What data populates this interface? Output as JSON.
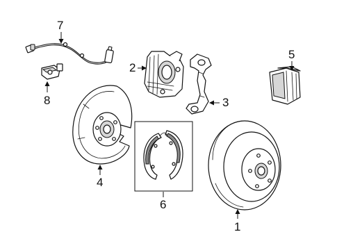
{
  "callouts": [
    {
      "id": "1",
      "label": "1"
    },
    {
      "id": "2",
      "label": "2"
    },
    {
      "id": "3",
      "label": "3"
    },
    {
      "id": "4",
      "label": "4"
    },
    {
      "id": "5",
      "label": "5"
    },
    {
      "id": "6",
      "label": "6"
    },
    {
      "id": "7",
      "label": "7"
    },
    {
      "id": "8",
      "label": "8"
    }
  ],
  "colors": {
    "line": "#111111",
    "background": "#ffffff",
    "shade": "#d6d6d6"
  }
}
